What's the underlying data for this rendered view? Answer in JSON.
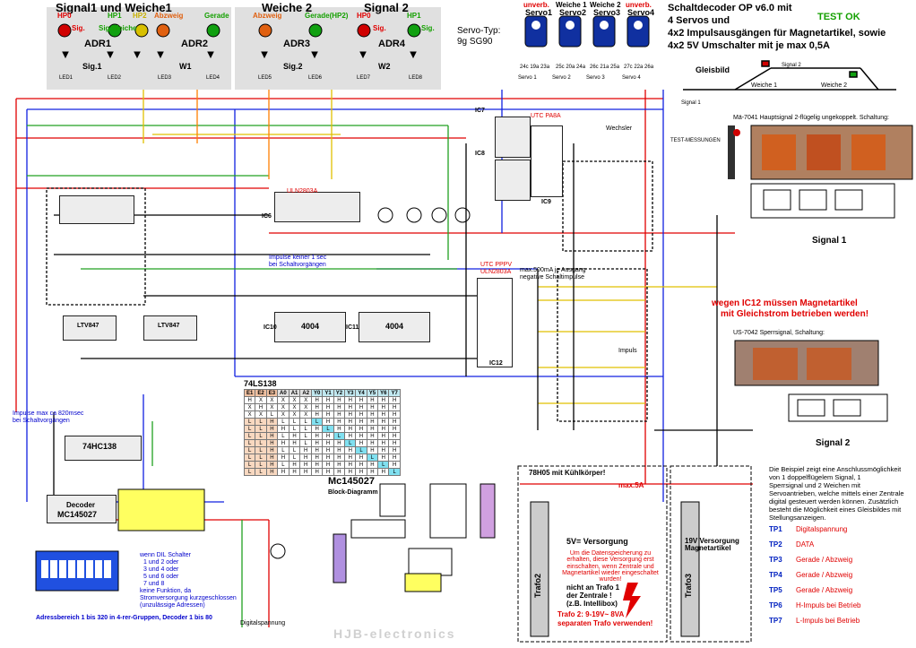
{
  "headers": {
    "signal1_weiche1": "Signal1 und Weiche1",
    "weiche2": "Weiche 2",
    "signal2": "Signal 2",
    "servo_typ": "Servo-Typ:",
    "servo_model": "9g SG90",
    "title_line1": "Schaltdecoder OP v6.0 mit",
    "title_line2": "4 Servos und",
    "title_line3": "4x2 Impulsausgängen für Magnetartikel, sowie",
    "title_line4": "4x2 5V Umschalter mit je max 0,5A",
    "test_ok": "TEST OK"
  },
  "signal_leds": [
    {
      "top": "HP0",
      "sub": "Sig.",
      "color": "#d00000"
    },
    {
      "top": "HP1",
      "sub": "Sig.Weiche",
      "color": "#10a010"
    },
    {
      "top": "HP2",
      "sub": "Abzweig",
      "color": "#d8c000"
    },
    {
      "top": "",
      "sub": "",
      "color": "#e06010"
    },
    {
      "top": "Gerade",
      "sub": "",
      "color": "#10a010"
    },
    {
      "top": "Abzweig",
      "sub": "",
      "color": "#e06010"
    },
    {
      "top": "Gerade(HP2)",
      "sub": "",
      "color": "#10a010"
    },
    {
      "top": "HP0",
      "sub": "Sig.",
      "color": "#d00000"
    },
    {
      "top": "HP1",
      "sub": "Sig.",
      "color": "#10a010"
    }
  ],
  "adr_labels": [
    "ADR1",
    "ADR2",
    "ADR3",
    "ADR4"
  ],
  "group_labels": [
    "Sig.1",
    "W1",
    "Sig.2",
    "W2"
  ],
  "led_labels": [
    "LED1",
    "LED2",
    "LED3",
    "LED4",
    "LED5",
    "LED6",
    "LED7",
    "LED8"
  ],
  "servos": [
    {
      "name": "Servo1",
      "top": "unverb.",
      "pins": "24c 19a 23a"
    },
    {
      "name": "Servo2",
      "top": "Weiche 1",
      "pins": "25c 20a 24a"
    },
    {
      "name": "Servo3",
      "top": "Weiche 2",
      "pins": "26c 21a 25a"
    },
    {
      "name": "Servo4",
      "top": "unverb.",
      "pins": "27c 22a 26a"
    }
  ],
  "servo_row_labels": [
    "Servo 1",
    "Servo 2",
    "Servo 3",
    "Servo 4"
  ],
  "gleisbild": {
    "title": "Gleisbild",
    "weiche1": "Weiche 1",
    "weiche2": "Weiche 2",
    "signal1": "Signal 1",
    "signal2": "Signal 2"
  },
  "ic_labels": {
    "ic7": "IC7",
    "ic8": "IC8",
    "ic9": "IC9",
    "ic6": "IC6",
    "ic10": "IC10",
    "ic11": "IC11",
    "ic12": "IC12",
    "uln1": "ULN2803A",
    "uln2": "ULN2803A",
    "mc": "MC145027",
    "decoder": "Decoder",
    "ic74": "74HC138",
    "ltv1": "LTV847",
    "ltv2": "LTV847",
    "cd4004_1": "4004",
    "cd4004_2": "4004",
    "utc": "UTC PA8A",
    "utc2": "UTC PPPV"
  },
  "notes": {
    "impulse_keiner": "Impulse keiner 1 sec",
    "bei_schaltvorgang": "bei Schaltvorgängen",
    "wegen_ic12": "wegen IC12 müssen Magnetartikel",
    "mit_gleichstrom": "mit Gleichstrom betrieben werden!",
    "max500": "max.500mA je Ausgang",
    "negative": "negative Schaltimpulse",
    "impuls_ca": "Impulse max ca 820msec",
    "bei_schaltvorg2": "bei Schaltvorgängen",
    "adressbereich": "Adressbereich 1 bis 320 in 4-rer-Gruppen, Decoder 1 bis 80",
    "wenn_dil": "wenn DIL Schalter",
    "dil_lines": [
      "1 und 2 oder",
      "3 und 4 oder",
      "5 und 6 oder",
      "7 und 8",
      "keine Funktion, da",
      "Stromversorgung kurzgeschlossen",
      "(unzulässige Adressen)"
    ],
    "beispiel_title": "Die Beispiel zeigt eine Anschlussmöglichkeit",
    "beispiel_lines": [
      "von 1 doppelflügelem Signal, 1",
      "Sperrsignal und 2 Weichen mit",
      "Servoantrieben, welche mittels einer Zentrale",
      "digital gesteuert werden können. Zusätzlich",
      "besteht die Möglichkeit eines Gleisbildes mit",
      "Stellungsanzeigen."
    ],
    "ma_hauptsignal": "Mä-7041 Hauptsignal 2-flügelig ungekoppelt. Schaltung:",
    "us_sperrsignal": "US-7042 Sperrsignal, Schaltung:",
    "versorgung_5v": "5V= Versorgung",
    "versorgung_19v": "19V Versorgung Magnetartikel",
    "ut_78h05": "78H05 mit Kühlkörper!",
    "max5a": "max.5A",
    "datenspeicherung": "Um die Datenspeicherung zu erhalten, diese Versorgung erst einschalten, wenn Zentrale und Magnetartikel wieder eingeschaltet wurden!",
    "nicht_trafo": "nicht an Trafo 1",
    "der_zentrale": "der Zentrale !",
    "intellibox": "(z.B. Intellibox)",
    "trafo2": "Trafo 2: 9-19V~ 8VA",
    "separaten": "separaten Trafo verwenden!",
    "trafo2_label": "Trafo2",
    "trafo3_label": "Trafo3",
    "mc_block": "Mc145027",
    "mc_block2": "Block-Diagramm",
    "hjb": "HJB-electronics",
    "signal1": "Signal 1",
    "signal2": "Signal 2",
    "imp": "Impuls",
    "wechsler": "Wechsler",
    "digitalspannung": "Digitalspannung",
    "test_messungen": "TEST-MESSUNGEN"
  },
  "table74": {
    "title": "74LS138",
    "headers": [
      "E1",
      "E2",
      "E3",
      "A0",
      "A1",
      "A2",
      "Y0",
      "Y1",
      "Y2",
      "Y3",
      "Y4",
      "Y5",
      "Y6",
      "Y7"
    ],
    "rows": [
      [
        "H",
        "X",
        "X",
        "X",
        "X",
        "X",
        "H",
        "H",
        "H",
        "H",
        "H",
        "H",
        "H",
        "H"
      ],
      [
        "X",
        "H",
        "X",
        "X",
        "X",
        "X",
        "H",
        "H",
        "H",
        "H",
        "H",
        "H",
        "H",
        "H"
      ],
      [
        "X",
        "X",
        "L",
        "X",
        "X",
        "X",
        "H",
        "H",
        "H",
        "H",
        "H",
        "H",
        "H",
        "H"
      ],
      [
        "L",
        "L",
        "H",
        "L",
        "L",
        "L",
        "L",
        "H",
        "H",
        "H",
        "H",
        "H",
        "H",
        "H"
      ],
      [
        "L",
        "L",
        "H",
        "H",
        "L",
        "L",
        "H",
        "L",
        "H",
        "H",
        "H",
        "H",
        "H",
        "H"
      ],
      [
        "L",
        "L",
        "H",
        "L",
        "H",
        "L",
        "H",
        "H",
        "L",
        "H",
        "H",
        "H",
        "H",
        "H"
      ],
      [
        "L",
        "L",
        "H",
        "H",
        "H",
        "L",
        "H",
        "H",
        "H",
        "L",
        "H",
        "H",
        "H",
        "H"
      ],
      [
        "L",
        "L",
        "H",
        "L",
        "L",
        "H",
        "H",
        "H",
        "H",
        "H",
        "L",
        "H",
        "H",
        "H"
      ],
      [
        "L",
        "L",
        "H",
        "H",
        "L",
        "H",
        "H",
        "H",
        "H",
        "H",
        "H",
        "L",
        "H",
        "H"
      ],
      [
        "L",
        "L",
        "H",
        "L",
        "H",
        "H",
        "H",
        "H",
        "H",
        "H",
        "H",
        "H",
        "L",
        "H"
      ],
      [
        "L",
        "L",
        "H",
        "H",
        "H",
        "H",
        "H",
        "H",
        "H",
        "H",
        "H",
        "H",
        "H",
        "L"
      ]
    ]
  },
  "tp_legend": [
    {
      "tp": "TP1",
      "text": "Digitalspannung"
    },
    {
      "tp": "TP2",
      "text": "DATA"
    },
    {
      "tp": "TP3",
      "text": "Gerade / Abzweig"
    },
    {
      "tp": "TP4",
      "text": "Gerade / Abzweig"
    },
    {
      "tp": "TP5",
      "text": "Gerade / Abzweig"
    },
    {
      "tp": "TP6",
      "text": "H-Impuls bei Betrieb"
    },
    {
      "tp": "TP7",
      "text": "L-Impuls bei Betrieb"
    }
  ],
  "colors": {
    "wire_red": "#e00000",
    "wire_blue": "#1020e0",
    "wire_green": "#20a020",
    "wire_yellow": "#e0c000",
    "wire_orange": "#ff8000",
    "header_bg": "#e0e0e0",
    "ic_bg": "#ededed",
    "highlight_yellow": "#ffff60",
    "dip_blue": "#2050e0"
  }
}
